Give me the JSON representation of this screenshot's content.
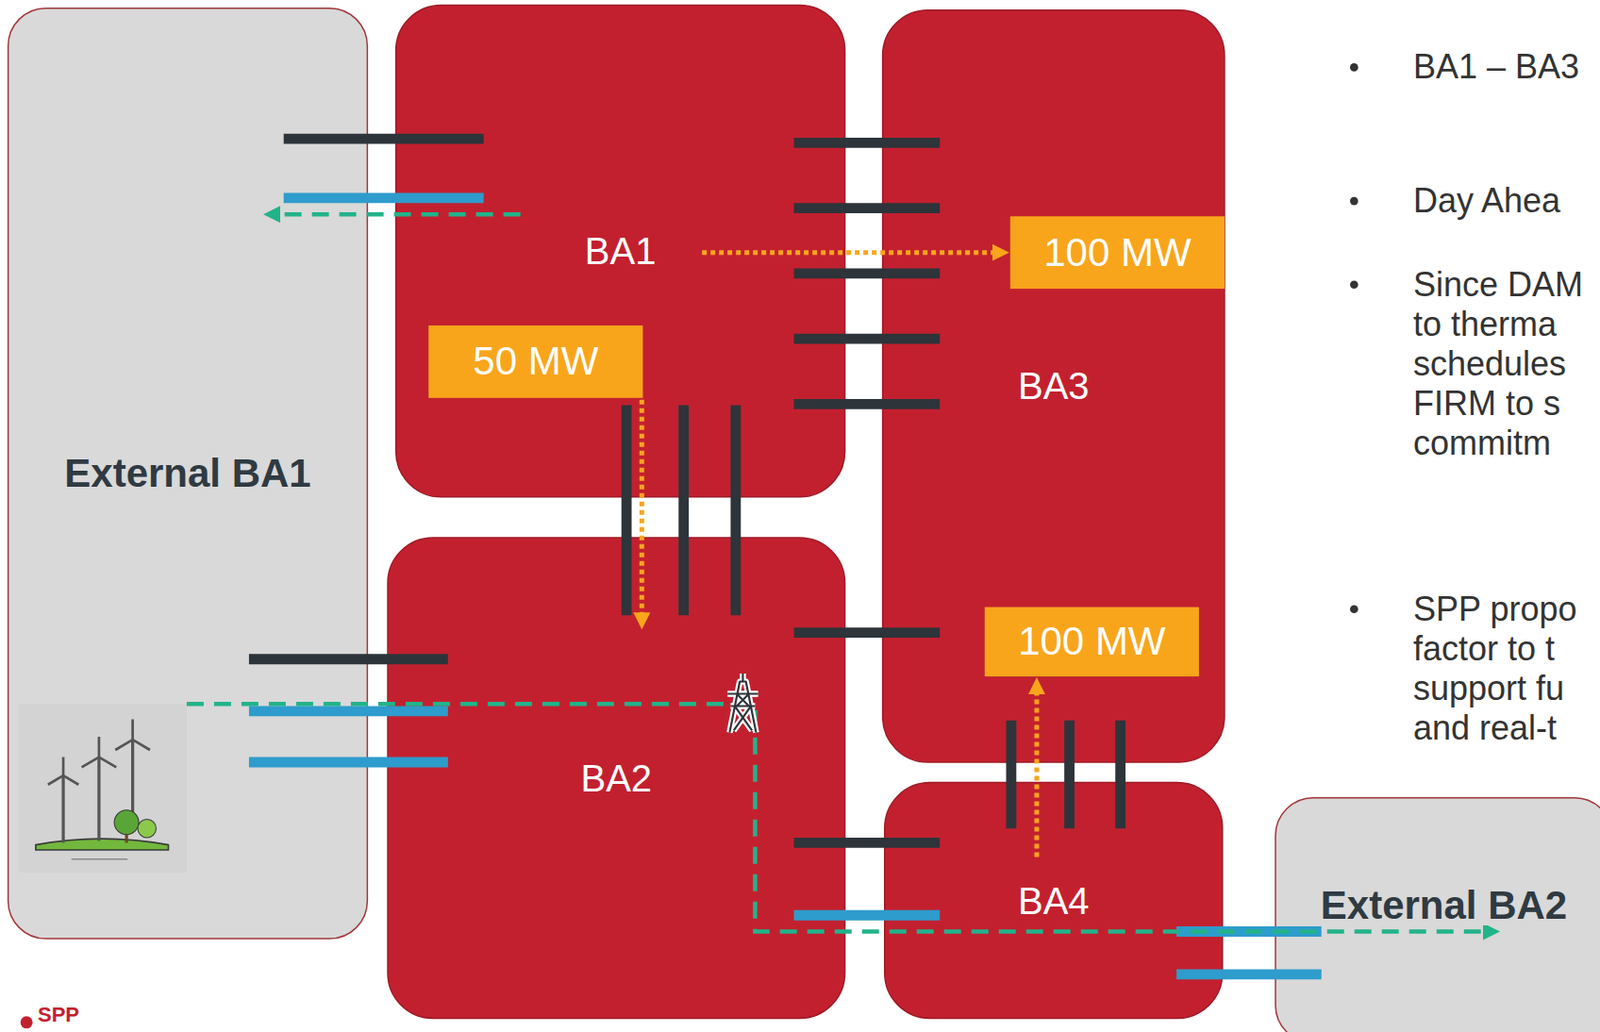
{
  "diagram": {
    "nodes": [
      {
        "text": [
          "External BA1"
        ]
      },
      {
        "text": [
          "BA1"
        ]
      },
      {
        "text": [
          "50 MW"
        ],
        "in": 1
      },
      {
        "text": [
          "BA3"
        ]
      },
      {
        "text": [
          "100 MW"
        ],
        "in": 3
      },
      {
        "text": [
          "100 MW"
        ],
        "in": 3
      },
      {
        "text": [
          "BA2"
        ]
      },
      {
        "text": [
          "BA4"
        ]
      },
      {
        "text": [
          "External BA2"
        ]
      }
    ],
    "edges": [
      {
        "from": 1,
        "to": 4,
        "arrow": "to"
      },
      {
        "from": 2,
        "to": 6,
        "arrow": "to"
      },
      {
        "from": 7,
        "to": 5,
        "arrow": "to"
      },
      {
        "from": 1,
        "to": 0,
        "arrow": "to"
      },
      {
        "from": 0,
        "to": 8,
        "arrow": "to"
      }
    ],
    "labels": [
      "BA1 – BA3",
      "Day Ahea",
      "Since DAM to therma schedules FIRM to s commitm",
      "SPP propo factor to t support fu and real-t",
      "SPP"
    ]
  }
}
